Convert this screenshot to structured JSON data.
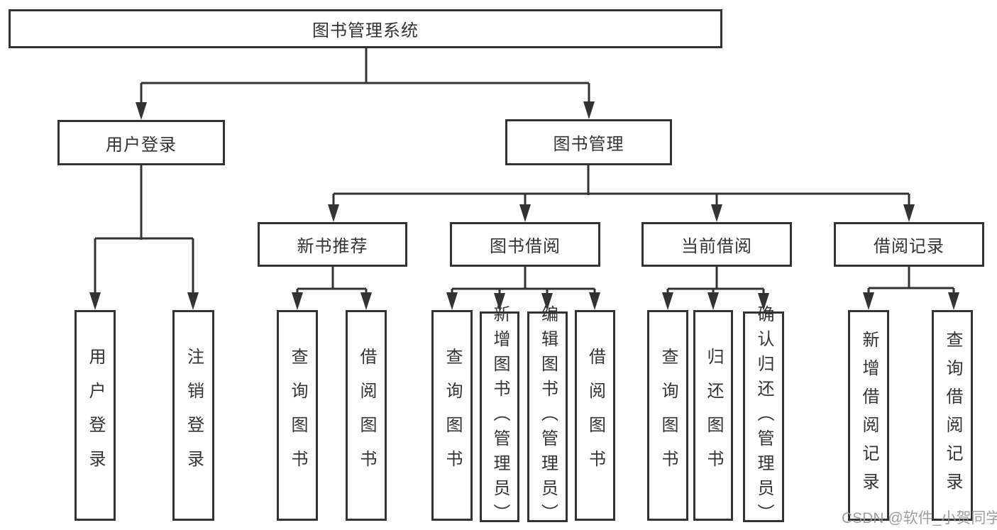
{
  "tree": {
    "label": "图书管理系统",
    "children": [
      {
        "label": "用户登录",
        "children": [
          {
            "label": "用户登录"
          },
          {
            "label": "注销登录"
          }
        ]
      },
      {
        "label": "图书管理",
        "children": [
          {
            "label": "新书推荐",
            "children": [
              {
                "label": "查询图书"
              },
              {
                "label": "借阅图书"
              }
            ]
          },
          {
            "label": "图书借阅",
            "children": [
              {
                "label": "查询图书"
              },
              {
                "label": "新增图书（管理员）"
              },
              {
                "label": "编辑图书（管理员）"
              },
              {
                "label": "借阅图书"
              }
            ]
          },
          {
            "label": "当前借阅",
            "children": [
              {
                "label": "查询图书"
              },
              {
                "label": "归还图书"
              },
              {
                "label": "确认归还（管理员）"
              }
            ]
          },
          {
            "label": "借阅记录",
            "children": [
              {
                "label": "新增借阅记录"
              },
              {
                "label": "查询借阅记录"
              }
            ]
          }
        ]
      }
    ]
  },
  "watermark": "CSDN @软件_小贺同学",
  "colors": {
    "line": "#333333",
    "text": "#333333",
    "box_background": "#ffffff",
    "watermark": "#949494"
  }
}
